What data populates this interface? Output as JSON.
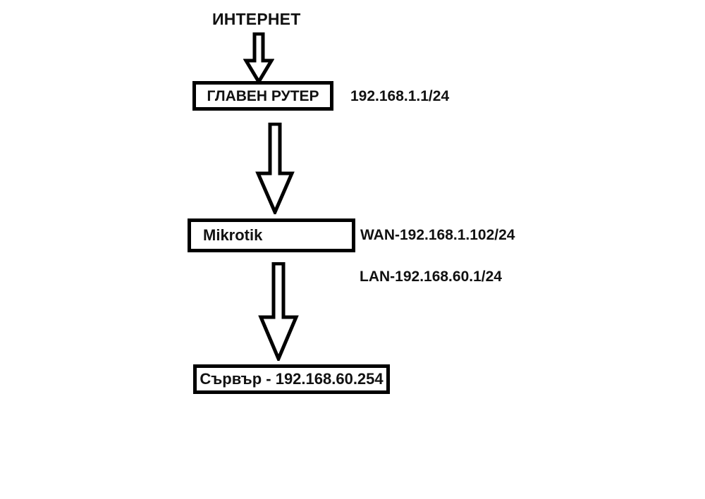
{
  "diagram": {
    "title": "ИНТЕРНЕТ",
    "background_color": "#ffffff",
    "line_color": "#000000",
    "text_color": "#111111",
    "nodes": [
      {
        "id": "main-router",
        "label": "ГЛАВЕН РУТЕР",
        "ip": "192.168.1.1/24"
      },
      {
        "id": "mikrotik",
        "label": "Mikrotik",
        "wan": "WAN-192.168.1.102/24",
        "lan": "LAN-192.168.60.1/24"
      },
      {
        "id": "server",
        "label": "Сървър - 192.168.60.254"
      }
    ],
    "arrows": [
      {
        "id": "internet-to-router",
        "from": "ИНТЕРНЕТ",
        "to": "ГЛАВЕН РУТЕР",
        "direction": "down"
      },
      {
        "id": "router-to-mikrotik",
        "from": "ГЛАВЕН РУТЕР",
        "to": "Mikrotik",
        "direction": "down"
      },
      {
        "id": "mikrotik-to-server",
        "from": "Mikrotik",
        "to": "Сървър",
        "direction": "down"
      }
    ]
  }
}
